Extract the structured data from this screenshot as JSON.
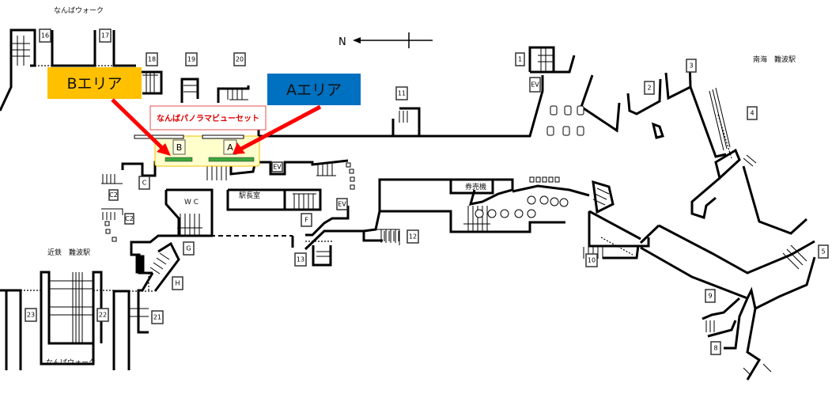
{
  "compass": {
    "label": "N"
  },
  "places": {
    "namba_walk_top": "なんばウォーク",
    "namba_walk_bottom": "なんばウォーク",
    "kintetsu": "近鉄　難波駅",
    "nankai": "南海　難波駅",
    "station_master": "駅長室",
    "wc": "W C",
    "ticket_machines": "券売機"
  },
  "callouts": {
    "b_area": "Bエリア",
    "a_area": "Aエリア",
    "panorama": "なんばパノラマビューセット",
    "b_marker": "B",
    "a_marker": "A"
  },
  "colors": {
    "b_area": "#FFC000",
    "a_area": "#0070C0",
    "arrow": "#FF0000",
    "highlight": "#FFFFCC",
    "platform": "#3CA83C"
  },
  "exits": {
    "e1": "1",
    "e2": "2",
    "e3": "3",
    "e4": "4",
    "e5": "5",
    "e8": "8",
    "e9": "9",
    "e10": "10",
    "e11": "11",
    "e12": "12",
    "e13": "13",
    "e16": "16",
    "e17": "17",
    "e18": "18",
    "e19": "19",
    "e20": "20",
    "e21": "21",
    "e22": "22",
    "e23": "23",
    "c": "C",
    "f": "F",
    "g": "G",
    "h": "H",
    "c2a": "C2",
    "c2b": "C2",
    "ev1": "EV",
    "ev2": "EV",
    "ev3": "EV"
  }
}
